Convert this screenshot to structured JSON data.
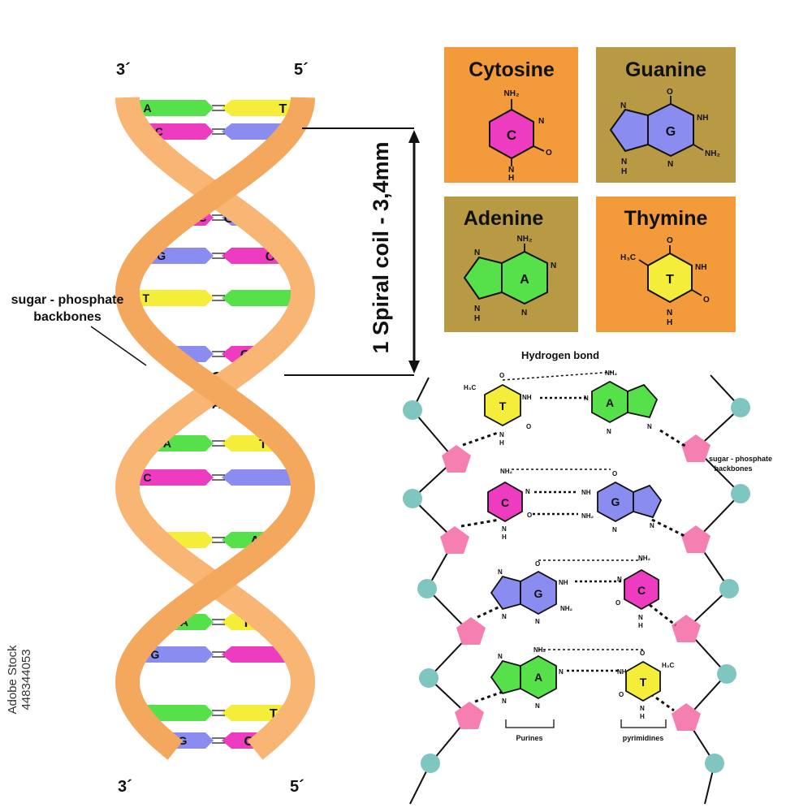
{
  "helix": {
    "end_top_left": "3´",
    "end_top_right": "5´",
    "end_bottom_left": "3´",
    "end_bottom_right": "5´",
    "backbone_label_line1": "sugar - phosphate",
    "backbone_label_line2": "backbones",
    "coil_label": "1 Spiral coil - 3,4mm",
    "backbone_color": "#f4a85e",
    "base_pairs": [
      {
        "left": "A",
        "right": "T"
      },
      {
        "left": "C",
        "right": ""
      },
      {
        "left": "",
        "right": "T"
      },
      {
        "left": "C",
        "right": "G"
      },
      {
        "left": "G",
        "right": "C"
      },
      {
        "left": "T",
        "right": ""
      },
      {
        "left": "",
        "right": "C"
      },
      {
        "left": "",
        "right": "G"
      },
      {
        "left": "T",
        "right": "A"
      },
      {
        "left": "A",
        "right": "T"
      },
      {
        "left": "C",
        "right": ""
      },
      {
        "left": "",
        "right": "A"
      },
      {
        "left": "",
        "right": "G"
      },
      {
        "left": "A",
        "right": "T"
      },
      {
        "left": "G",
        "right": ""
      },
      {
        "left": "",
        "right": "T"
      },
      {
        "left": "G",
        "right": "C"
      }
    ]
  },
  "bases": [
    {
      "name": "Cytosine",
      "letter": "C",
      "box_color": "#f39a3a",
      "ring_color": "#ee3cc0"
    },
    {
      "name": "Guanine",
      "letter": "G",
      "box_color": "#b89a45",
      "ring_color": "#8a8cf0"
    },
    {
      "name": "Adenine",
      "letter": "A",
      "box_color": "#b89a45",
      "ring_color": "#56e04a"
    },
    {
      "name": "Thymine",
      "letter": "T",
      "box_color": "#f39a3a",
      "ring_color": "#f4ee3a"
    }
  ],
  "atoms": {
    "nh2": "NH₂",
    "nh": "NH",
    "n": "N",
    "h": "H",
    "o": "O",
    "h3c": "H₃C"
  },
  "pairing": {
    "hydrogen_bond_label": "Hydrogen bond",
    "backbone_label_line1": "sugar - phosphate",
    "backbone_label_line2": "backbones",
    "purines_label": "Purines",
    "pyrimidines_label": "pyrimidines",
    "pairs": [
      {
        "left": "T",
        "right": "A"
      },
      {
        "left": "C",
        "right": "G"
      },
      {
        "left": "G",
        "right": "C"
      },
      {
        "left": "A",
        "right": "T"
      }
    ]
  },
  "colors": {
    "A": "#56e04a",
    "T": "#f4ee3a",
    "G": "#8a8cf0",
    "C": "#ee3cc0",
    "sugar": "#f47fb0",
    "phosphate": "#7fc6c0"
  },
  "watermark": {
    "text": "448344053",
    "brand": "Adobe Stock"
  }
}
